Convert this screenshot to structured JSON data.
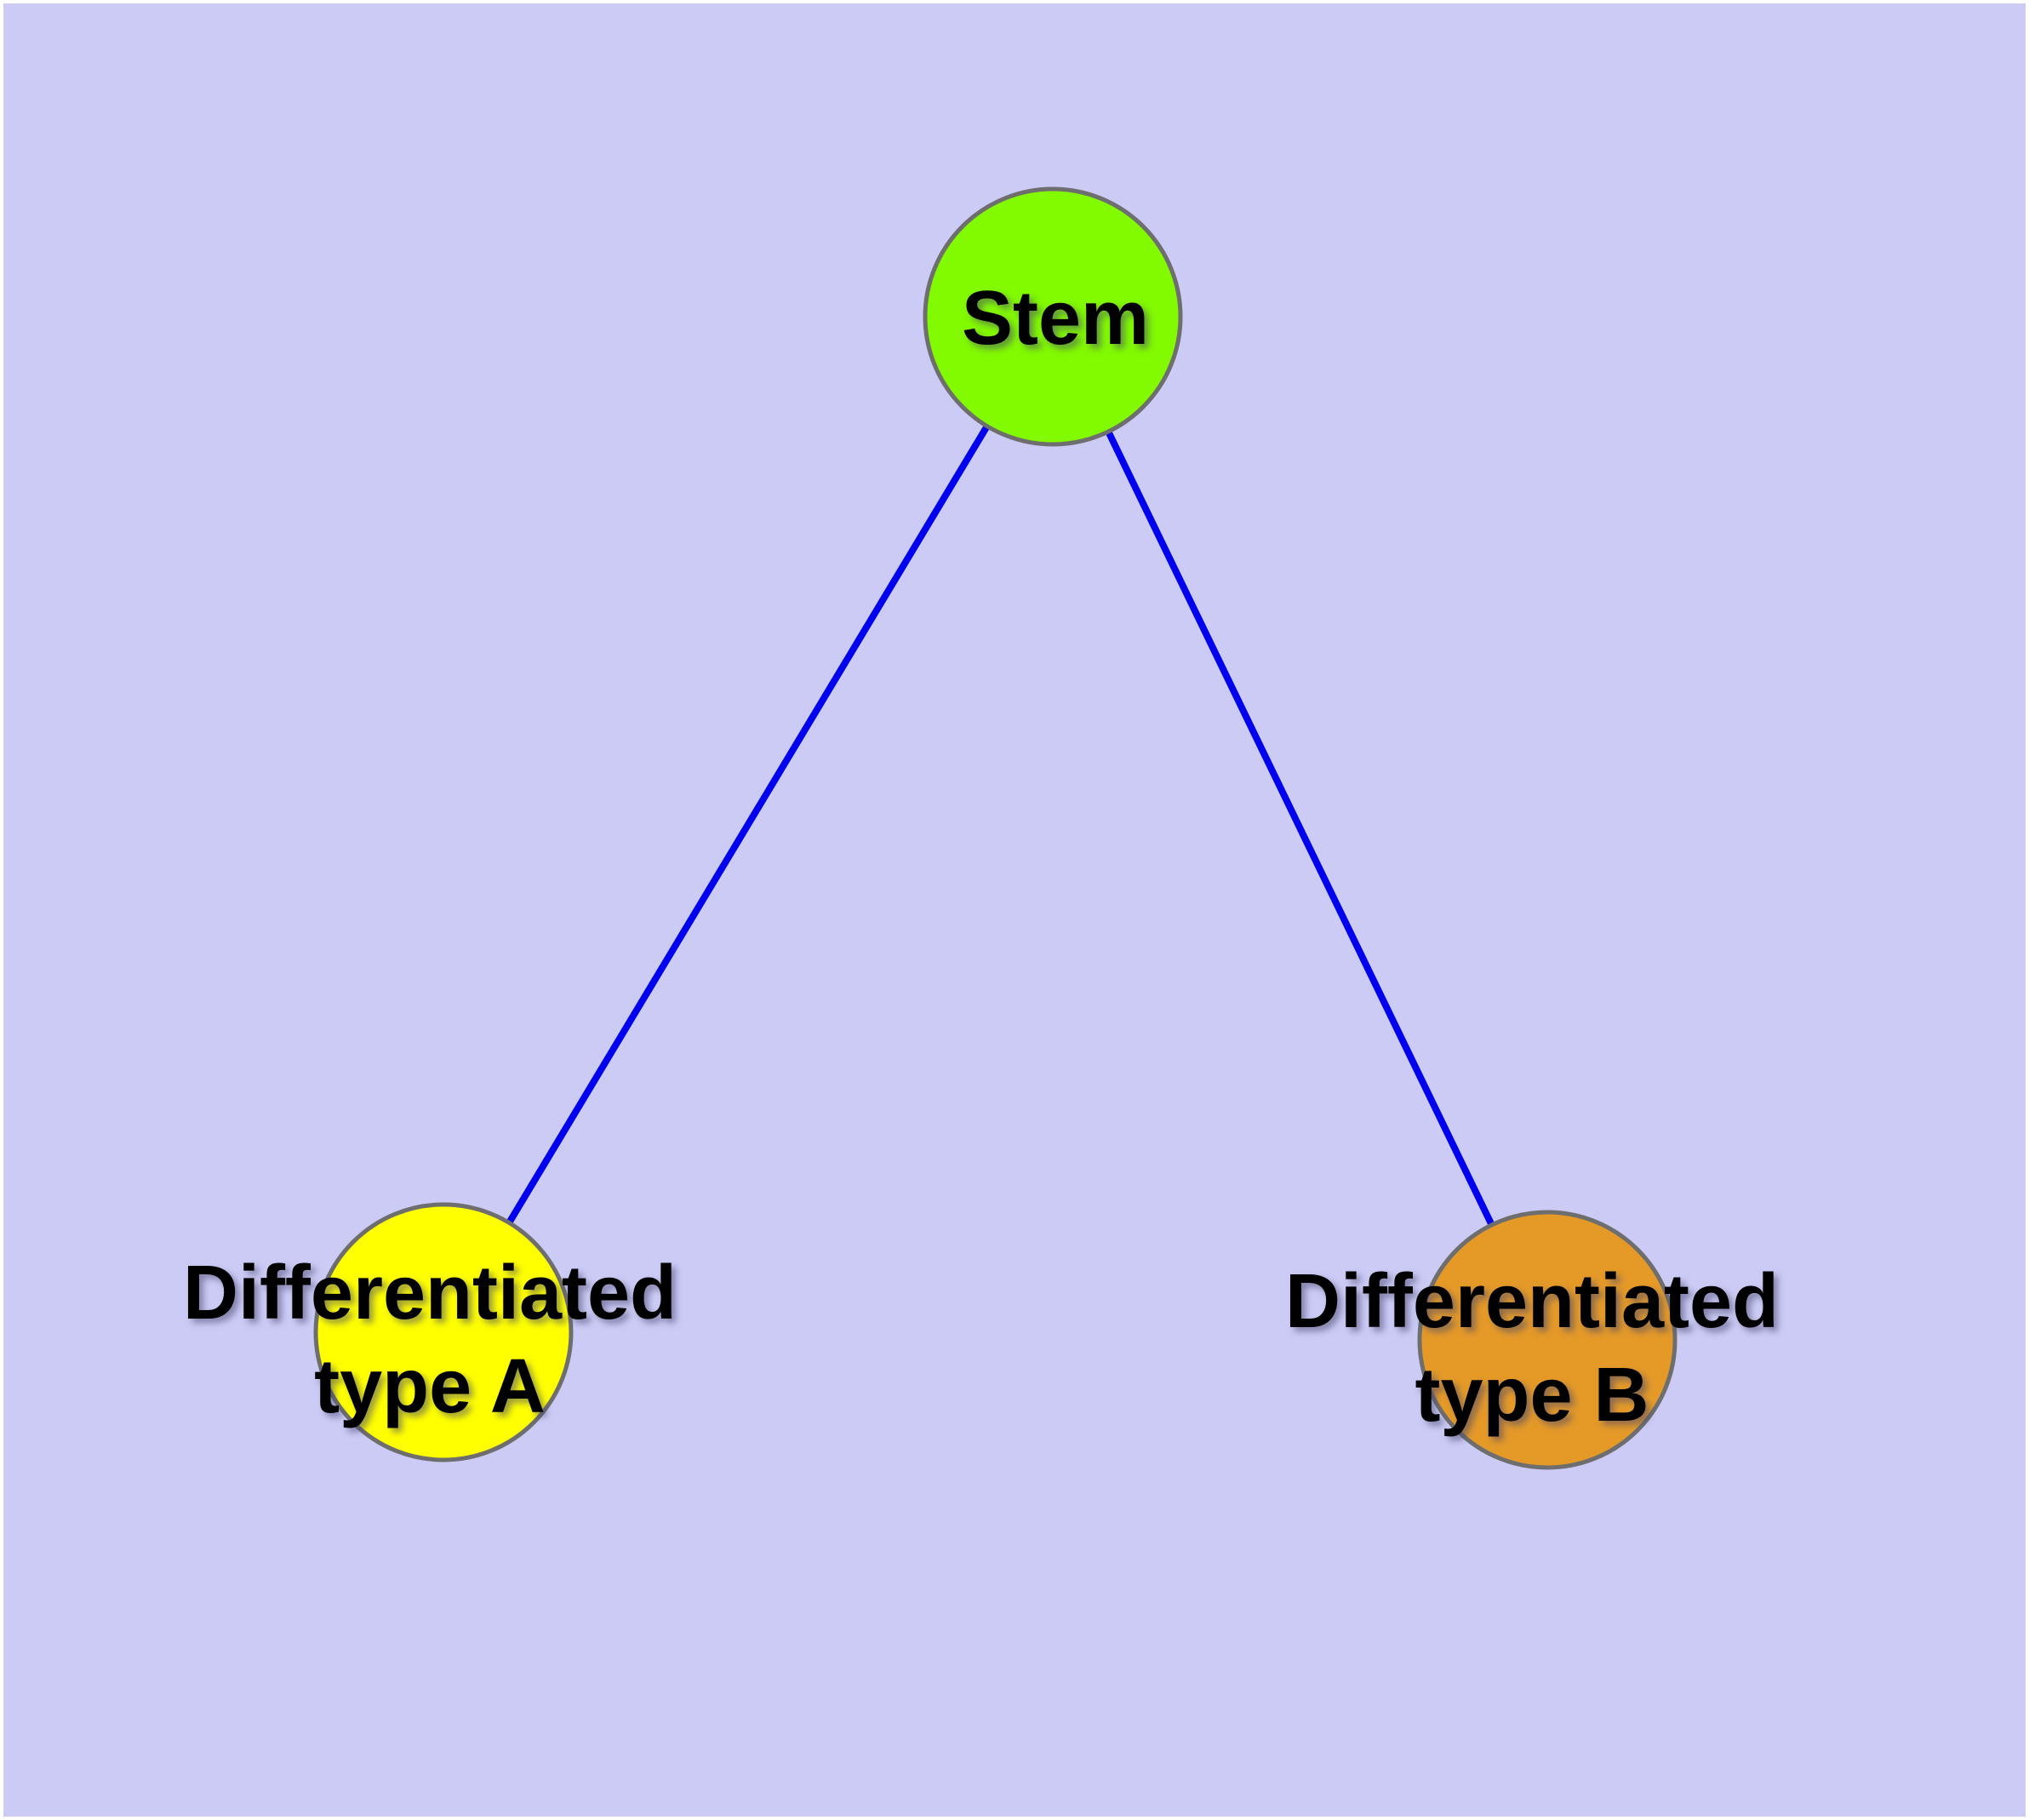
{
  "canvas": {
    "background": "#cbcbf6",
    "frame": "#ffffff"
  },
  "colors": {
    "edge": "#0000ee",
    "node_border": "#6e6e6e",
    "label_text": "#000000"
  },
  "nodes": [
    {
      "id": "stem",
      "label": "Stem",
      "line1": "Stem",
      "line2": "",
      "color": "#82fa00"
    },
    {
      "id": "diff-a",
      "label": "Differentiated type A",
      "line1": "Differentiated",
      "line2": "type A",
      "color": "#ffff00"
    },
    {
      "id": "diff-b",
      "label": "Differentiated type B",
      "line1": "Differentiated",
      "line2": "type B",
      "color": "#e59a28"
    }
  ],
  "edges": [
    {
      "from": "Stem",
      "to": "Differentiated type A"
    },
    {
      "from": "Stem",
      "to": "Differentiated type B"
    }
  ]
}
